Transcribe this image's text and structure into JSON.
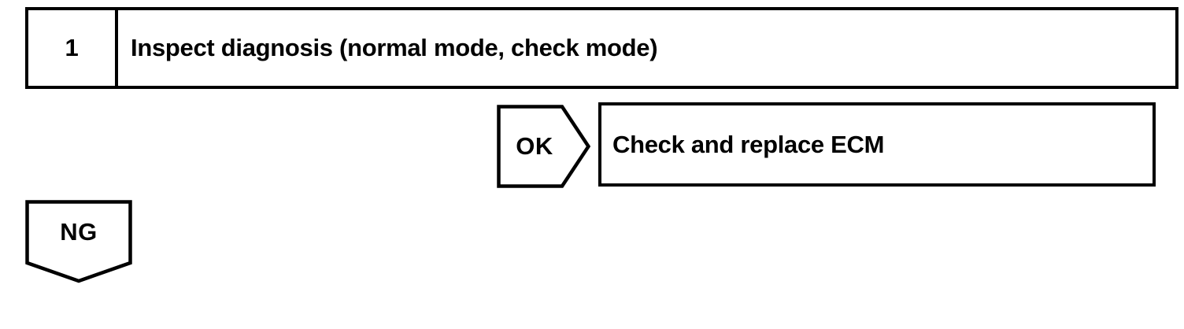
{
  "palette": {
    "ink": "#000000",
    "paper": "#ffffff"
  },
  "flowchart": {
    "step": {
      "number": "1",
      "title": "Inspect diagnosis (normal mode, check mode)"
    },
    "connectors": {
      "ok_label": "OK",
      "ng_label": "NG"
    },
    "actions": {
      "ok_action": "Check and replace ECM"
    }
  }
}
